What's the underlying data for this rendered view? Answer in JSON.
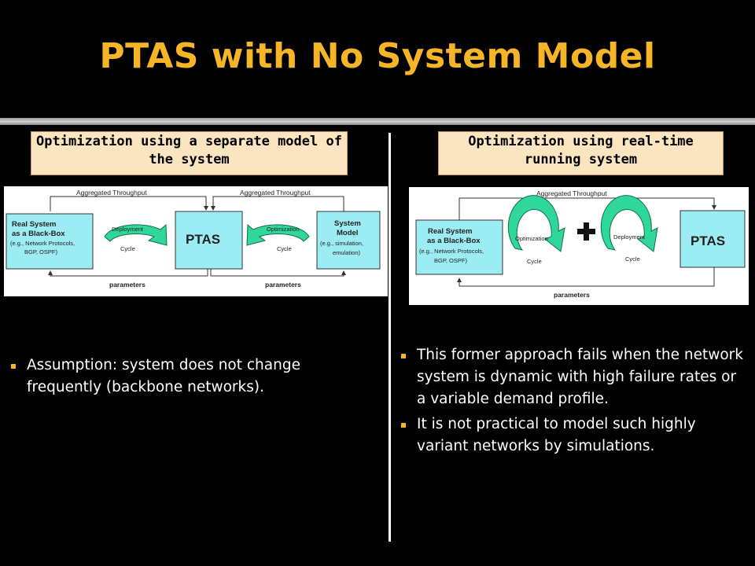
{
  "slide": {
    "title": "PTAS with No System Model"
  },
  "left_panel": {
    "heading": "Optimization using a separate model of the system",
    "diagram": {
      "top_label_1": "Aggregated Throughput",
      "top_label_2": "Aggregated Throughput",
      "real_system": [
        "Real System",
        "as a Black-Box",
        "(e.g., Network Protocols,",
        "BGP, OSPF)"
      ],
      "deploy_cycle": [
        "Deployment",
        "Cycle"
      ],
      "ptas": "PTAS",
      "opt_cycle": [
        "Optimization",
        "Cycle"
      ],
      "system_model": [
        "System",
        "Model",
        "(e.g., simulation,",
        "emulation)"
      ],
      "bottom_label_1": "parameters",
      "bottom_label_2": "parameters"
    },
    "bullets": [
      "Assumption: system does not change frequently (backbone networks)."
    ]
  },
  "right_panel": {
    "heading": "Optimization using real-time running system",
    "diagram": {
      "top_label": "Aggregated Throughput",
      "real_system": [
        "Real System",
        "as a Black-Box",
        "(e.g., Network Protocols,",
        "BGP, OSPF)"
      ],
      "opt_cycle": [
        "Optimization",
        "Cycle"
      ],
      "deploy_cycle": [
        "Deployment",
        "Cycle"
      ],
      "ptas": "PTAS",
      "bottom_label": "parameters"
    },
    "bullets": [
      "This former approach fails when the network system is dynamic with high failure rates or a variable demand profile.",
      "It is not practical to model such highly variant networks by simulations."
    ]
  },
  "colors": {
    "title": "#f5b526",
    "box_fill": "#9cecf4",
    "arrow_fill": "#2fd79a",
    "heading_fill": "#fbe5c0"
  }
}
